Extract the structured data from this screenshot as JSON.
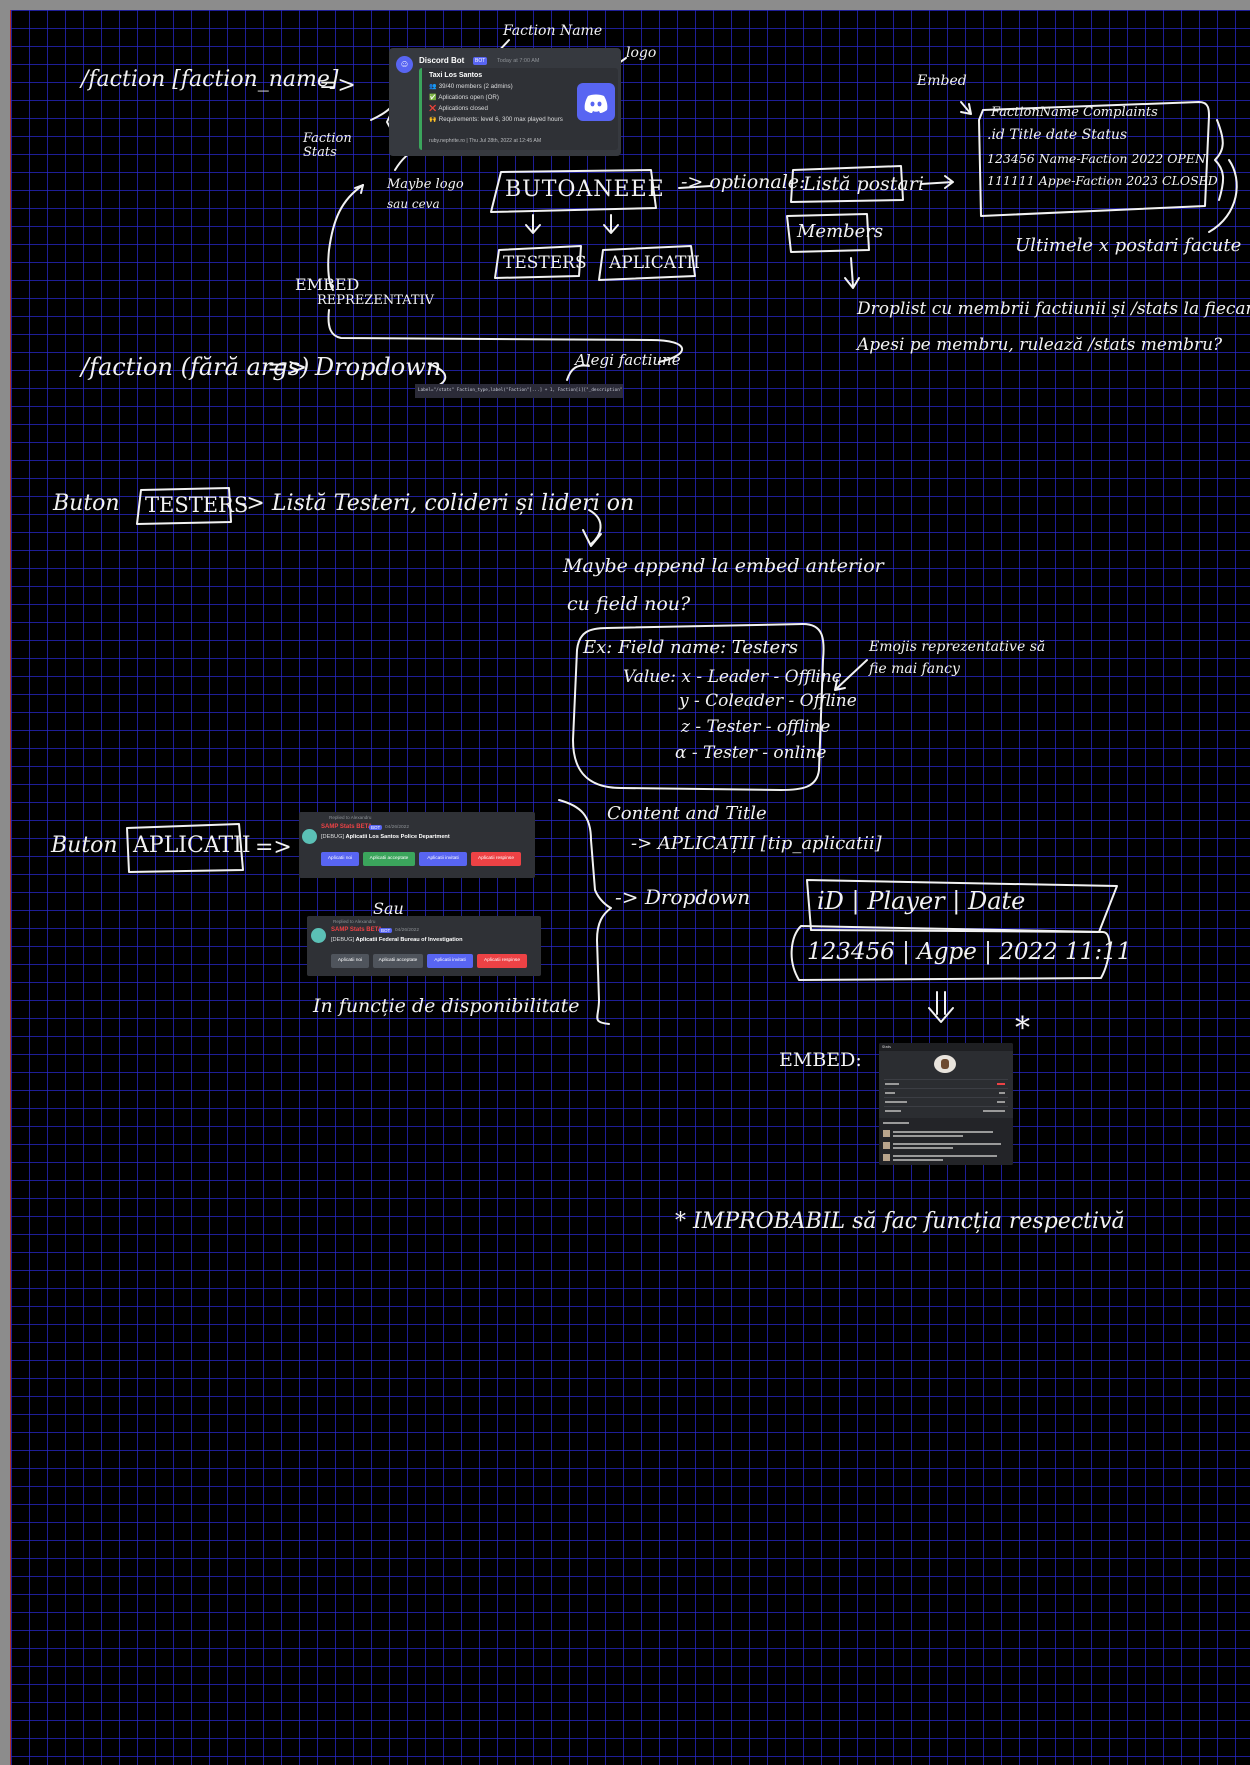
{
  "notes": {
    "cmd_faction": "/faction [faction_name]",
    "arrow_a": "=>",
    "faction_name": "Faction Name",
    "logo": "logo",
    "faction_stats": "Faction Stats",
    "maybe_logo": "Maybe logo",
    "sau_ceva": "sau ceva",
    "embed_label": "Embed",
    "embed_repr_1": "EMBED",
    "embed_repr_2": "REPREZENTATIV",
    "butoane": "BUTOANEEE",
    "testers": "TESTERS",
    "aplicatii": "APLICATII",
    "optionale": "-> optionale:",
    "lista_postari": "Listă postari",
    "members": "Members",
    "complaints_lines": [
      "FactionName Complaints",
      ".id Title date Status",
      "123456 Name-Faction 2022 OPEN",
      "111111 Appe-Faction 2023 CLOSED"
    ],
    "ultimele": "Ultimele x postari facute",
    "droplist_1": "Droplist cu membrii factiunii și /stats la fiecare",
    "droplist_2": "Apesi pe membru, rulează /stats membru?",
    "cmd_no_args": "/faction (fără args)",
    "dropdown_arrow": "=> Dropdown",
    "alegi": "Alegi factiune",
    "code": "Label=\"/stats\" Faction_type,label(\"Faction\"[...] + 1, Faction[i][\"_description\" Faction[i] Lid(Faction)[] Faction[i][\"_nm[type]\"]",
    "buton_testers": "Buton",
    "testers_btn": "TESTERS",
    "lista_testeri": "-> Listă Testeri, colideri și lideri on",
    "maybe_append_1": "Maybe append la embed anterior",
    "maybe_append_2": "cu field nou?",
    "ex_field": "Ex: Field name: Testers",
    "value_lines": [
      "Value: x - Leader - Offline",
      "y - Coleader - Offline",
      "z - Tester - offline",
      "α - Tester - online"
    ],
    "emojis_note_1": "Emojis reprezentative să",
    "emojis_note_2": "fie mai fancy",
    "buton_aplicatii": "Buton",
    "aplicatii_btn": "APLICATII",
    "arrow_b": "=>",
    "sau": "Sau",
    "in_functie": "In funcție de disponibilitate",
    "content_title": "Content and Title",
    "content_title_2": "-> APLICAȚII [tip_aplicatii]",
    "dropdown_b": "-> Dropdown",
    "dropdown_header": "iD | Player | Date",
    "dropdown_row": "123456 | Agpe | 2022 11:11",
    "embed_b": "EMBED:",
    "asterisk": "*",
    "improbabil": "* IMPROBABIL să fac funcția respectivă"
  },
  "discord_embed": {
    "bot_name": "Discord Bot",
    "bot_tag": "BOT",
    "time": "Today at 7:00 AM",
    "title": "Taxi Los Santos",
    "lines": [
      {
        "icon": "👥",
        "text": "39/40 members (2 admins)"
      },
      {
        "icon": "✅",
        "text": "Aplications open (OR)"
      },
      {
        "icon": "❌",
        "text": "Aplications closed"
      },
      {
        "icon": "🙌",
        "text": "Requirements: level 6, 300 max played hours"
      }
    ],
    "footer": "ruby.nephrite.ro | Thu Jul 28th, 2022 at 12:45 AM"
  },
  "messages": [
    {
      "reply": "Replied to Alexandru",
      "author": "SAMP Stats BETA",
      "tag": "BOT",
      "date": "04/26/2022",
      "content_prefix": "[DEBUG]",
      "content": "Aplicatii Los Santos Police Department",
      "buttons": [
        {
          "label": "Aplicatii noi",
          "color": "#5865f2"
        },
        {
          "label": "Aplicatii acceptate",
          "color": "#3ba55c"
        },
        {
          "label": "Aplicatii invitati",
          "color": "#5865f2"
        },
        {
          "label": "Aplicatii respinse",
          "color": "#ed4245"
        }
      ]
    },
    {
      "reply": "Replied to Alexandru",
      "author": "SAMP Stats BETA",
      "tag": "BOT",
      "date": "04/26/2022",
      "content_prefix": "[DEBUG]",
      "content": "Aplicatii Federal Bureau of Investigation",
      "buttons": [
        {
          "label": "Aplicatii noi",
          "color": "#4f545c"
        },
        {
          "label": "Aplicatii acceptate",
          "color": "#4f545c"
        },
        {
          "label": "Aplicatii invitati",
          "color": "#5865f2"
        },
        {
          "label": "Aplicatii respinse",
          "color": "#ed4245"
        }
      ]
    }
  ],
  "stats_embed": {
    "header": "Stats"
  }
}
